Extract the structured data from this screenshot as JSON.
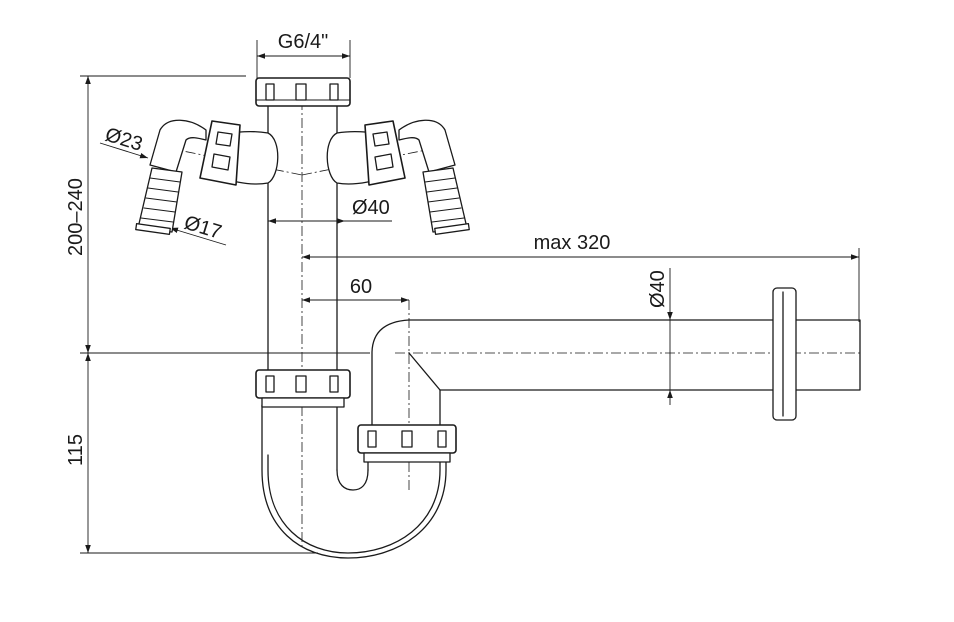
{
  "labels": {
    "thread": "G6/4\"",
    "d23": "Ø23",
    "d17": "Ø17",
    "d40_vertical": "Ø40",
    "d40_horizontal": "Ø40",
    "max_length": "max 320",
    "offset": "60",
    "height_upper": "200–240",
    "height_lower": "115"
  }
}
